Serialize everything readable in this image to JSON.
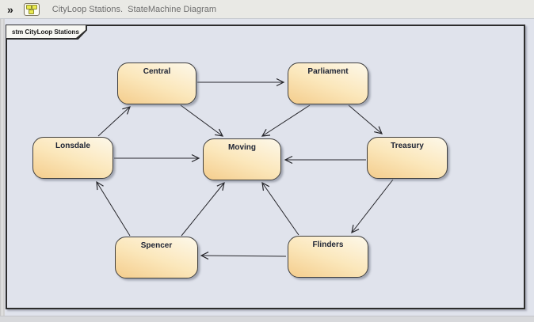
{
  "header": {
    "collapse_icon": "»",
    "title": "CityLoop Stations.  StateMachine Diagram"
  },
  "frame": {
    "label": "stm CityLoop Stations"
  },
  "diagram": {
    "type": "statemachine",
    "states": [
      {
        "label": "Central"
      },
      {
        "label": "Parliament"
      },
      {
        "label": "Lonsdale"
      },
      {
        "label": "Moving"
      },
      {
        "label": "Treasury"
      },
      {
        "label": "Spencer"
      },
      {
        "label": "Flinders"
      }
    ],
    "transitions": [
      {
        "from": "Central",
        "to": "Parliament"
      },
      {
        "from": "Lonsdale",
        "to": "Central"
      },
      {
        "from": "Central",
        "to": "Moving"
      },
      {
        "from": "Parliament",
        "to": "Moving"
      },
      {
        "from": "Parliament",
        "to": "Treasury"
      },
      {
        "from": "Lonsdale",
        "to": "Moving"
      },
      {
        "from": "Treasury",
        "to": "Moving"
      },
      {
        "from": "Spencer",
        "to": "Lonsdale"
      },
      {
        "from": "Spencer",
        "to": "Moving"
      },
      {
        "from": "Flinders",
        "to": "Moving"
      },
      {
        "from": "Treasury",
        "to": "Flinders"
      },
      {
        "from": "Flinders",
        "to": "Spencer"
      }
    ],
    "colors": {
      "state_fill_top": "#fdf8ea",
      "state_fill_bottom": "#f4cd8d",
      "state_border": "#3f3f3f",
      "canvas": "#e0e3ec",
      "connector": "#26262b"
    }
  }
}
